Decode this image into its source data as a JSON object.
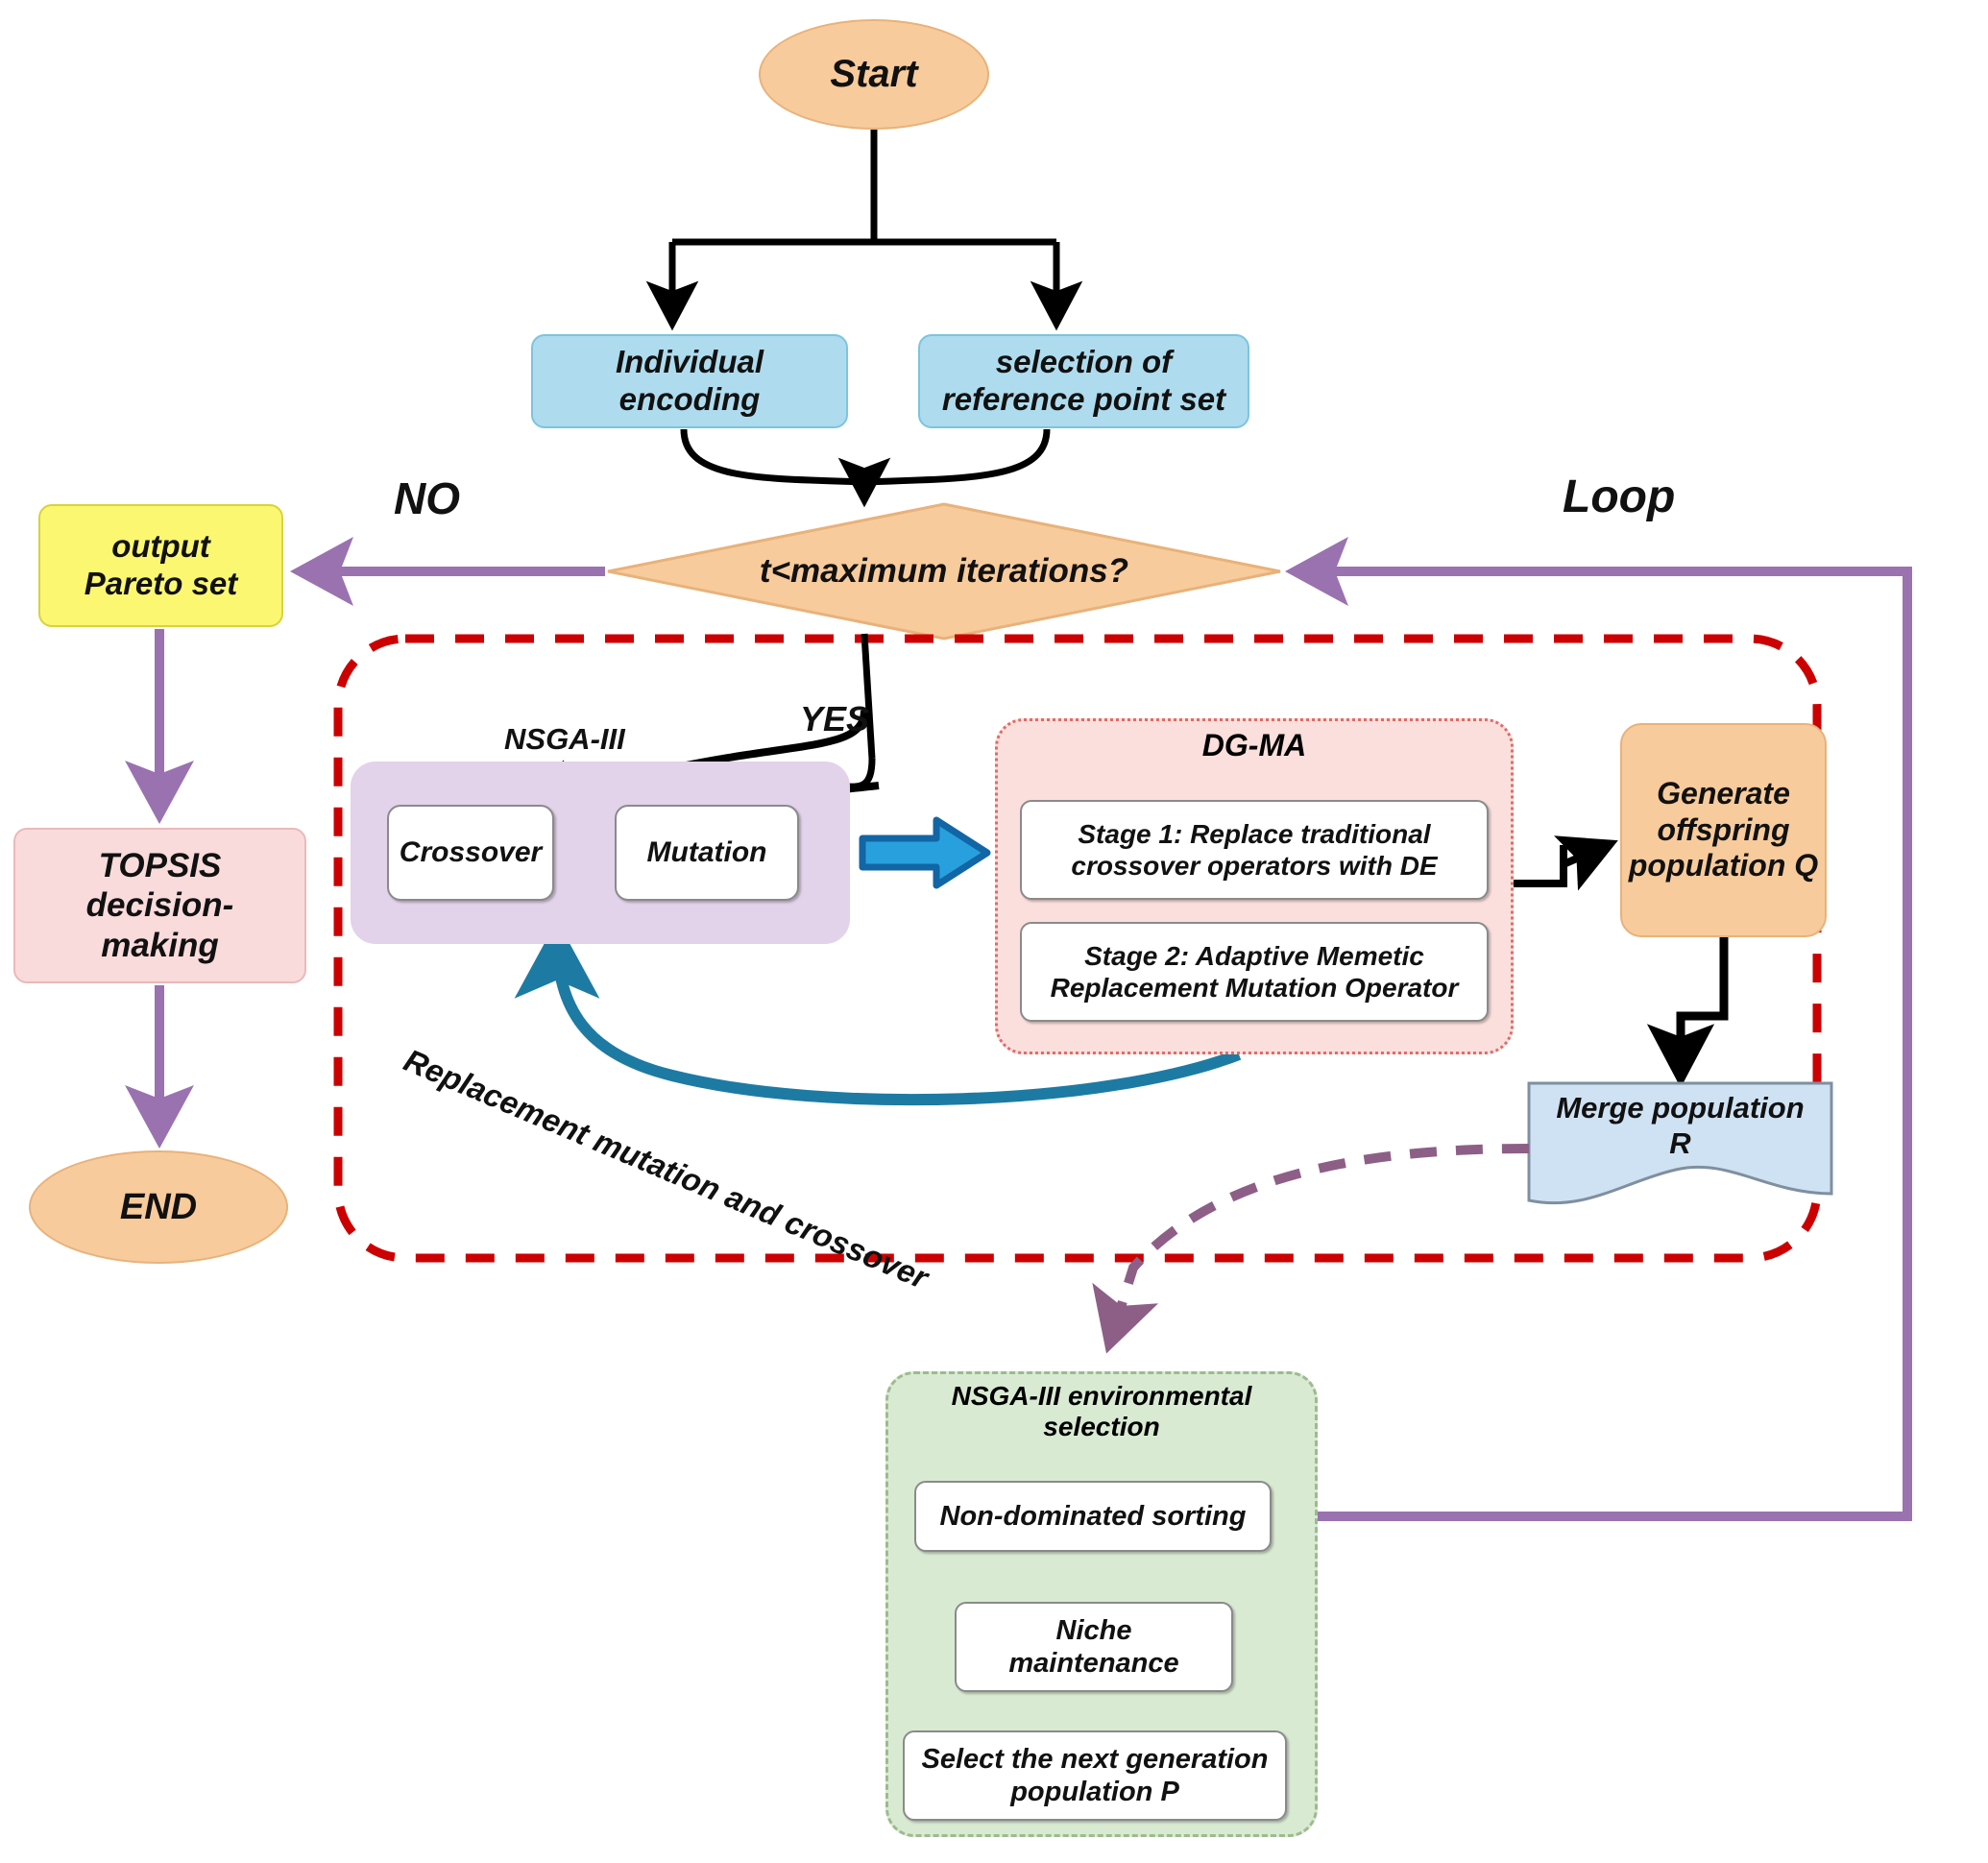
{
  "diagram": {
    "title": "NSGA-III + DG-MA memetic algorithm flowchart",
    "nodes": {
      "start": "Start",
      "individual_encoding": "Individual\nencoding",
      "reference_point": "selection of\nreference point set",
      "decision": "t<maximum  iterations?",
      "output_pareto": "output\nPareto set",
      "topsis": "TOPSIS\ndecision-\nmaking",
      "end": "END",
      "crossover": "Crossover",
      "mutation": "Mutation",
      "dgma_title": "DG-MA",
      "stage1": "Stage 1: Replace traditional\ncrossover operators with DE",
      "stage2": "Stage 2: Adaptive Memetic\nReplacement Mutation Operator",
      "generate_offspring": "Generate\noffspring\npopulation Q",
      "merge_population": "Merge population\nR",
      "env_selection_title": "NSGA-III environmental\nselection",
      "non_dominated_sorting": "Non-dominated sorting",
      "niche_maintenance": "Niche\nmaintenance",
      "select_next_generation": "Select the next generation\npopulation P"
    },
    "labels": {
      "no": "NO",
      "loop": "Loop",
      "yes": "YES",
      "nsga3": "NSGA-III",
      "replacement": "Replacement mutation and crossover"
    },
    "colors": {
      "terminal_fill": "#f8cb9c",
      "terminal_stroke": "#e8b27a",
      "process_blue_fill": "#aedcee",
      "process_blue_stroke": "#7dc4de",
      "output_yellow_fill": "#fbf771",
      "output_yellow_stroke": "#d9d23c",
      "topsis_pink_fill": "#fadbdc",
      "topsis_pink_stroke": "#e9b9bb",
      "nsga_group_fill": "#e2d2ea",
      "dgma_fill": "#fbdfdc",
      "dgma_stroke": "#e06b66",
      "env_fill": "#d9ead3",
      "env_stroke": "#9dbb8e",
      "merge_fill": "#cfe2f3",
      "merge_stroke": "#7f8fa0",
      "loop_purple": "#9a72b0",
      "loop_dashed_purple": "#8d5f86",
      "red_dashed": "#cc0000",
      "blue_arrow": "#1f87c9",
      "teal_arrow": "#1d7ba3",
      "black": "#000000"
    }
  }
}
